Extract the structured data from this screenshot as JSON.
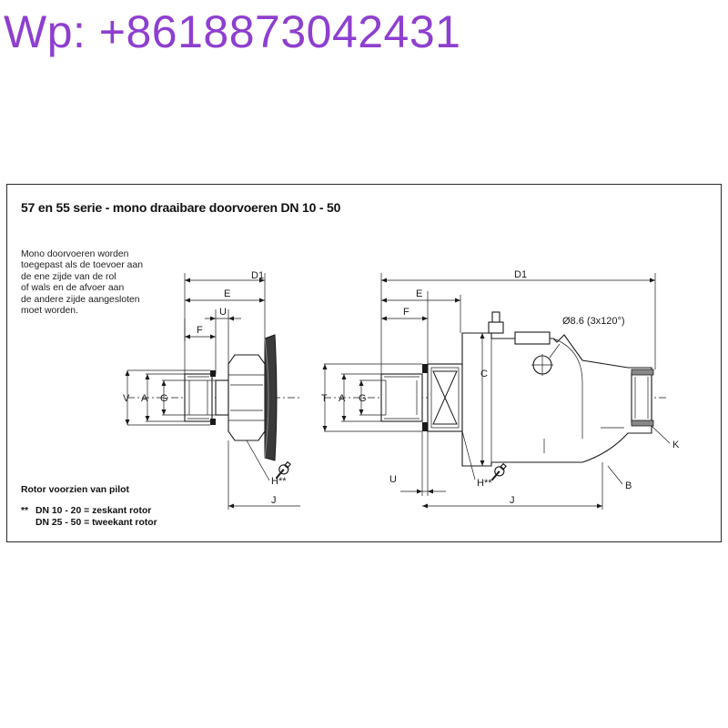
{
  "watermark": "Wp: +8618873042431",
  "panel": {
    "title": "57 en 55 serie - mono draaibare doorvoeren DN 10 - 50",
    "description": [
      "Mono doorvoeren worden",
      "toegepast als de toevoer aan",
      "de ene zijde van de rol",
      "of wals en de afvoer aan",
      "de andere zijde aangesloten",
      "moet worden."
    ],
    "pilot_note": "Rotor voorzien van pilot",
    "notes_mark": "**",
    "notes": [
      "DN 10 - 20 = zeskant rotor",
      "DN 25 - 50 = tweekant rotor"
    ]
  },
  "left_view": {
    "labels": {
      "D1": "D1",
      "E": "E",
      "F": "F",
      "U": "U",
      "V": "V",
      "A": "A",
      "G": "G",
      "H": "H**",
      "J": "J"
    }
  },
  "right_view": {
    "labels": {
      "D1": "D1",
      "E": "E",
      "F": "F",
      "U": "U",
      "T": "T",
      "A": "A",
      "G": "G",
      "C": "C",
      "H": "H**",
      "J": "J",
      "B": "B",
      "K": "K",
      "hole_note": "Ø8.6 (3x120°)"
    }
  },
  "icons": [
    "wrench-icon",
    "wrench-icon"
  ]
}
